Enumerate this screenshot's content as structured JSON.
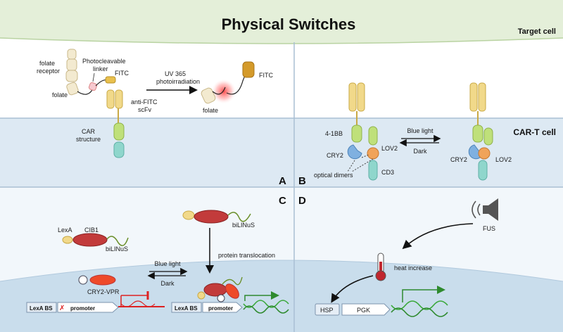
{
  "title": "Physical Switches",
  "target_cell_label": "Target cell",
  "car_t_cell_label": "CAR-T cell",
  "panels": {
    "A": {
      "letter": "A",
      "folate_receptor": "folate\nreceptor",
      "photocleavable_linker": "Photocleavable\nlinker",
      "fitc_left": "FITC",
      "folate_left": "folate",
      "anti_fitc": "anti-FITC\nscFv",
      "car_structure": "CAR\nstructure",
      "uv_label": "UV 365\nphotoirradiation",
      "fitc_right": "FITC",
      "folate_right": "folate"
    },
    "B": {
      "letter": "B",
      "four_1bb": "4-1BB",
      "cry2_left": "CRY2",
      "lov2_left": "LOV2",
      "optical_dimers": "optical dimers",
      "cd3": "CD3",
      "blue_light": "Blue light",
      "dark": "Dark",
      "cry2_right": "CRY2",
      "lov2_right": "LOV2"
    },
    "C": {
      "letter": "C",
      "lexa": "LexA",
      "cib1": "CIB1",
      "bilinus_left": "biLINuS",
      "bilinus_top": "biLINuS",
      "cry2_vpr": "CRY2-VPR",
      "blue_light": "Blue light",
      "dark": "Dark",
      "protein_translocation": "protein translocation",
      "lexa_bs_left": "LexA BS",
      "promoter_left": "promoter",
      "lexa_bs_right": "LexA BS",
      "promoter_right": "promoter"
    },
    "D": {
      "letter": "D",
      "fus": "FUS",
      "heat_increase": "heat increase",
      "hsp": "HSP",
      "pgk": "PGK"
    }
  },
  "colors": {
    "target_membrane": "#e4efd9",
    "cell_fill": "#dde9f3",
    "nucleus_fill": "#c9ddec",
    "divider": "#a9bfd3",
    "receptor_yellow": "#f1d98a",
    "car_green": "#bfe07a",
    "car_teal": "#8fd6cc",
    "cry2_blue": "#7fb0e0",
    "lov2_orange": "#f0a35a",
    "cib1_red": "#c23b3b",
    "vpr_red": "#ee4a2a",
    "dna_green": "#3aa83a",
    "fitc_orange": "#d49a2a"
  },
  "icons": [
    "speaker-icon",
    "thermometer-icon",
    "uv-glow-icon",
    "dna-helix-icon"
  ]
}
